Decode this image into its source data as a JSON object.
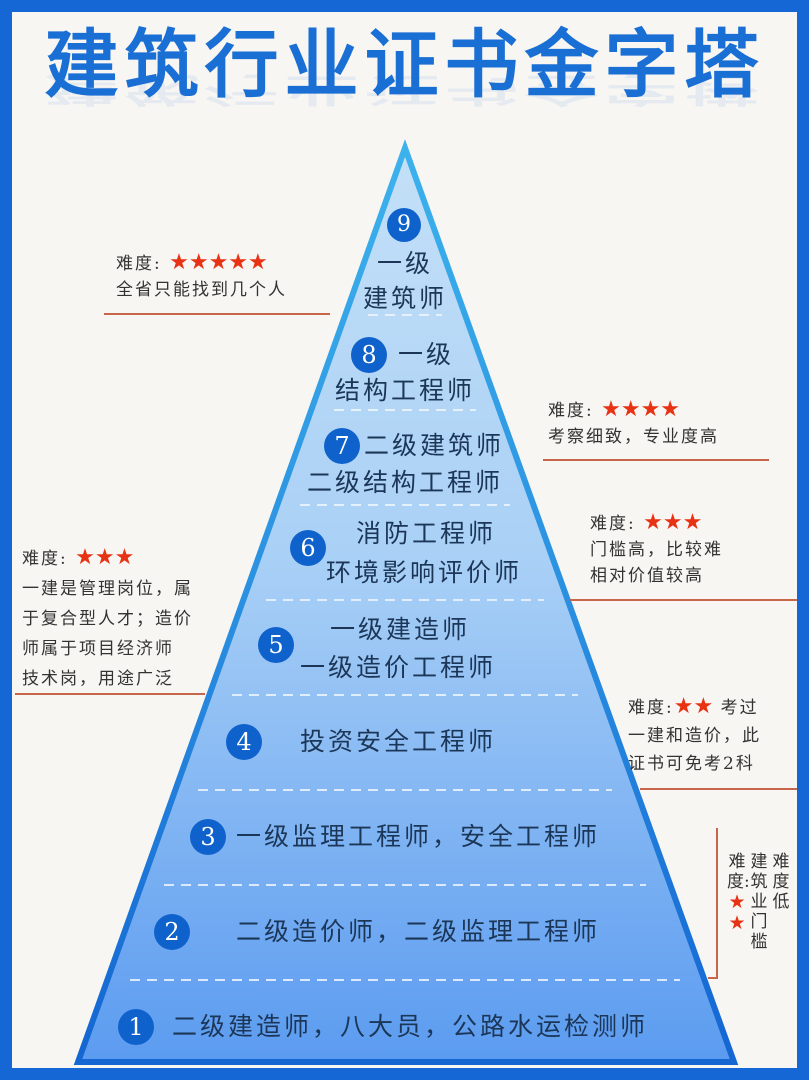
{
  "title": "建筑行业证书金字塔",
  "colors": {
    "frame": "#1467d4",
    "background": "#f8f6f3",
    "title": "#1a6fd4",
    "pyramid_top": "#c4e0f7",
    "pyramid_bottom": "#5b9bf0",
    "pyramid_outline": "#1a74d6",
    "badge": "#0f62cc",
    "star": "#e83214",
    "rule": "#c7664a"
  },
  "tiers": [
    {
      "rank": "9",
      "lines": [
        "一级",
        "建筑师"
      ]
    },
    {
      "rank": "8",
      "lines": [
        "一级",
        "结构工程师"
      ]
    },
    {
      "rank": "7",
      "lines": [
        "二级建筑师",
        "二级结构工程师"
      ]
    },
    {
      "rank": "6",
      "lines": [
        "消防工程师",
        "环境影响评价师"
      ]
    },
    {
      "rank": "5",
      "lines": [
        "一级建造师",
        "一级造价工程师"
      ]
    },
    {
      "rank": "4",
      "lines": [
        "投资安全工程师"
      ]
    },
    {
      "rank": "3",
      "lines": [
        "一级监理工程师，安全工程师"
      ]
    },
    {
      "rank": "2",
      "lines": [
        "二级造价师，二级监理工程师"
      ]
    },
    {
      "rank": "1",
      "lines": [
        "二级建造师，八大员，公路水运检测师"
      ]
    }
  ],
  "notes": {
    "tier9": {
      "label": "难度:",
      "stars": "★★★★★",
      "text": [
        "全省只能找到几个人"
      ]
    },
    "tier7": {
      "label": "难度:",
      "stars": "★★★★",
      "text": [
        "考察细致，专业度高"
      ]
    },
    "tier6": {
      "label": "难度:",
      "stars": "★★★",
      "text": [
        "门槛高，比较难",
        "相对价值较高"
      ]
    },
    "tier5": {
      "label": "难度:",
      "stars": "★★★",
      "text": [
        "一建是管理岗位，属",
        "于复合型人才；造价",
        "师属于项目经济师",
        "技术岗，用途广泛"
      ]
    },
    "tier4": {
      "label": "难度:",
      "stars": "★★",
      "suffix": "考过",
      "text": [
        "一建和造价，此",
        "证书可免考2科"
      ]
    },
    "tier2": {
      "columns": [
        {
          "label": "难度:",
          "stars": "★★"
        },
        {
          "text": "建筑业门槛"
        },
        {
          "text": "难度低"
        }
      ]
    }
  }
}
